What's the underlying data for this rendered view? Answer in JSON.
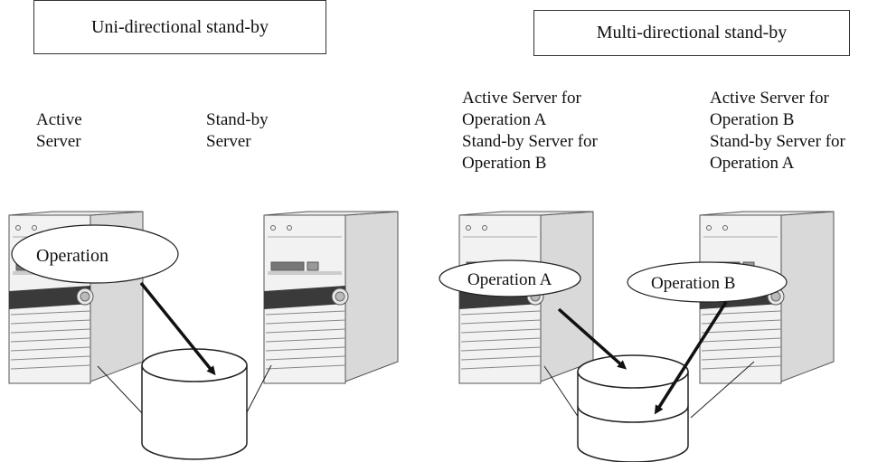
{
  "left_panel": {
    "title": "Uni-directional stand-by",
    "active_label": [
      "Active",
      "Server"
    ],
    "standby_label": [
      "Stand-by",
      "Server"
    ],
    "operation": "Operation"
  },
  "right_panel": {
    "title": "Multi-directional stand-by",
    "server1_label": [
      "Active Server for",
      "Operation A",
      "Stand-by Server for",
      "Operation B"
    ],
    "server2_label": [
      "Active Server for",
      "Operation B",
      "Stand-by Server for",
      "Operation A"
    ],
    "operation_a": "Operation A",
    "operation_b": "Operation B"
  }
}
